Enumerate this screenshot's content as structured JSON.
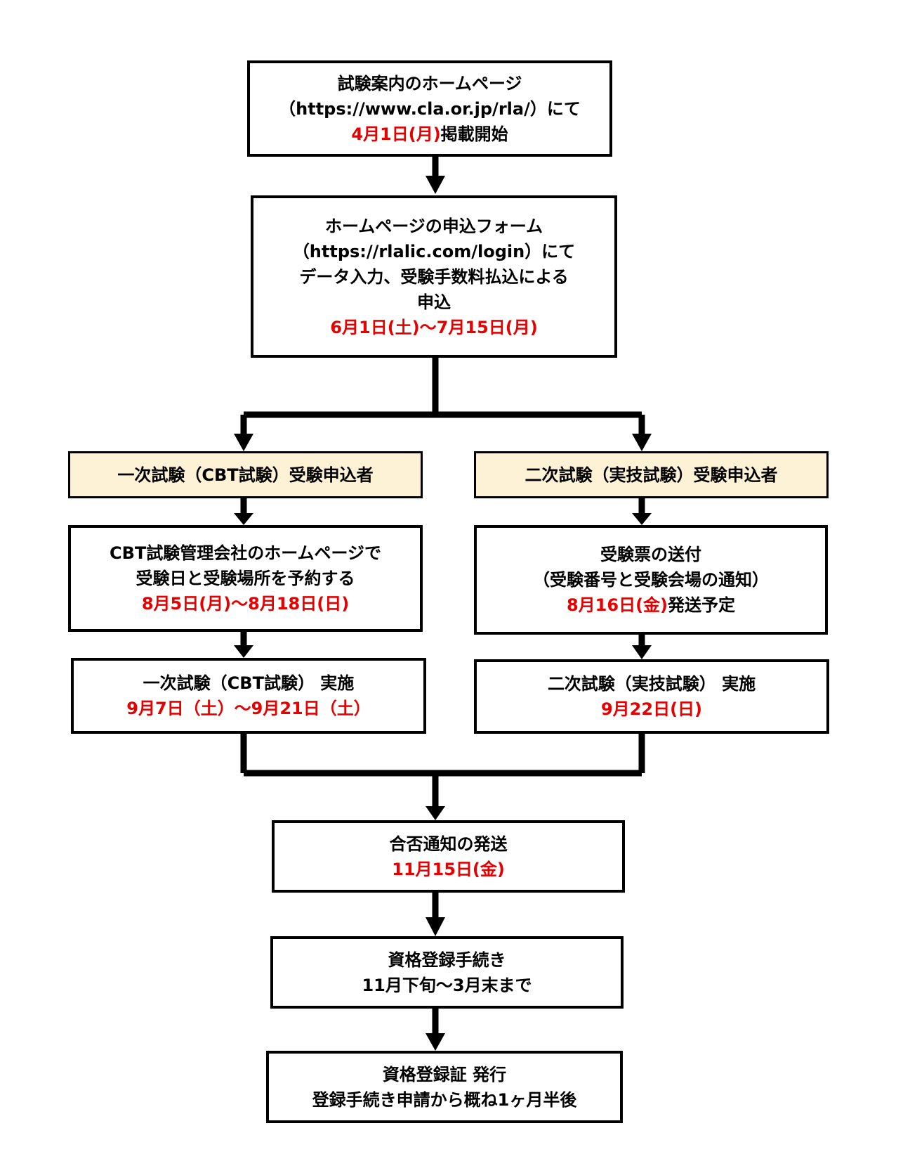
{
  "colors": {
    "accent_red": "#e60000",
    "header_fill": "#fdf1d6",
    "border": "#000000"
  },
  "step1": {
    "line1": "試験案内のホームページ",
    "line2": "（https://www.cla.or.jp/rla/）にて",
    "date": "4月1日(月)",
    "suffix": "掲載開始"
  },
  "step2": {
    "line1": "ホームページの申込フォーム",
    "line2": "（https://rlalic.com/login）にて",
    "line3": "データ入力、受験手数料払込による",
    "line4": "申込",
    "date": "6月1日(土)～7月15日(月)"
  },
  "left": {
    "header": "一次試験（CBT試験）受験申込者",
    "reserve": {
      "line1": "CBT試験管理会社のホームページで",
      "line2": "受験日と受験場所を予約する",
      "date": "8月5日(月)～8月18日(日)"
    },
    "exam": {
      "line1": "一次試験（CBT試験） 実施",
      "date": "9月7日（土）～9月21日（土）"
    }
  },
  "right": {
    "header": "二次試験（実技試験）受験申込者",
    "ticket": {
      "line1": "受験票の送付",
      "line2": "（受験番号と受験会場の通知）",
      "date": "8月16日(金)",
      "suffix": "発送予定"
    },
    "exam": {
      "line1": "二次試験（実技試験） 実施",
      "date": "9月22日(日)"
    }
  },
  "result": {
    "line1": "合否通知の発送",
    "date": "11月15日(金)"
  },
  "registration": {
    "line1": "資格登録手続き",
    "line2": "11月下旬～3月末まで"
  },
  "certificate": {
    "line1": "資格登録証 発行",
    "line2": "登録手続き申請から概ね1ヶ月半後"
  }
}
